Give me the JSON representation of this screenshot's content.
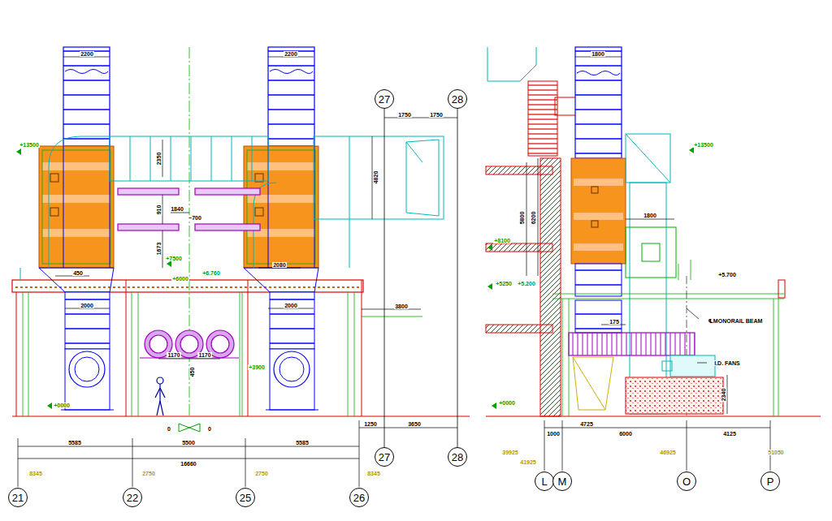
{
  "diagram": {
    "nodes": [
      {
        "text": [
          "27"
        ]
      },
      {
        "text": [
          "28"
        ]
      },
      {
        "text": [
          "27"
        ]
      },
      {
        "text": [
          "28"
        ]
      },
      {
        "text": [
          "L"
        ]
      },
      {
        "text": [
          "M"
        ]
      },
      {
        "text": [
          "O"
        ]
      },
      {
        "text": [
          "P"
        ]
      },
      {
        "text": [
          "21"
        ]
      },
      {
        "text": [
          "22"
        ]
      },
      {
        "text": [
          "25"
        ]
      },
      {
        "text": [
          "26"
        ]
      }
    ],
    "edges": [
      {
        "from": 0,
        "to": 2,
        "arrow": "none"
      },
      {
        "from": 1,
        "to": 3,
        "arrow": "none"
      }
    ],
    "labels": [
      "2200",
      "2200",
      "2350",
      "4820",
      "1750",
      "1750",
      "+13500",
      "910",
      "1840",
      "~700",
      "1673",
      "+7500",
      "+6.760",
      "450",
      "2080",
      "+6000",
      "1170",
      "1170",
      "450",
      "+3900",
      "2000",
      "2000",
      "3800",
      "+0000",
      "0",
      "0",
      "1250",
      "3650",
      "5585",
      "5500",
      "5585",
      "16660",
      "8345",
      "2750",
      "2750",
      "8345",
      "1800",
      "+13500",
      "5800",
      "6200",
      "+8100",
      "1800",
      "+5250",
      "+5.200",
      "+5.700",
      "℄MONORAIL BEAM",
      "I.D. FANS",
      "175",
      "2340",
      "+0000",
      "4725",
      "1000",
      "6000",
      "4125",
      "39925",
      "41925",
      "46925",
      "51050"
    ]
  }
}
